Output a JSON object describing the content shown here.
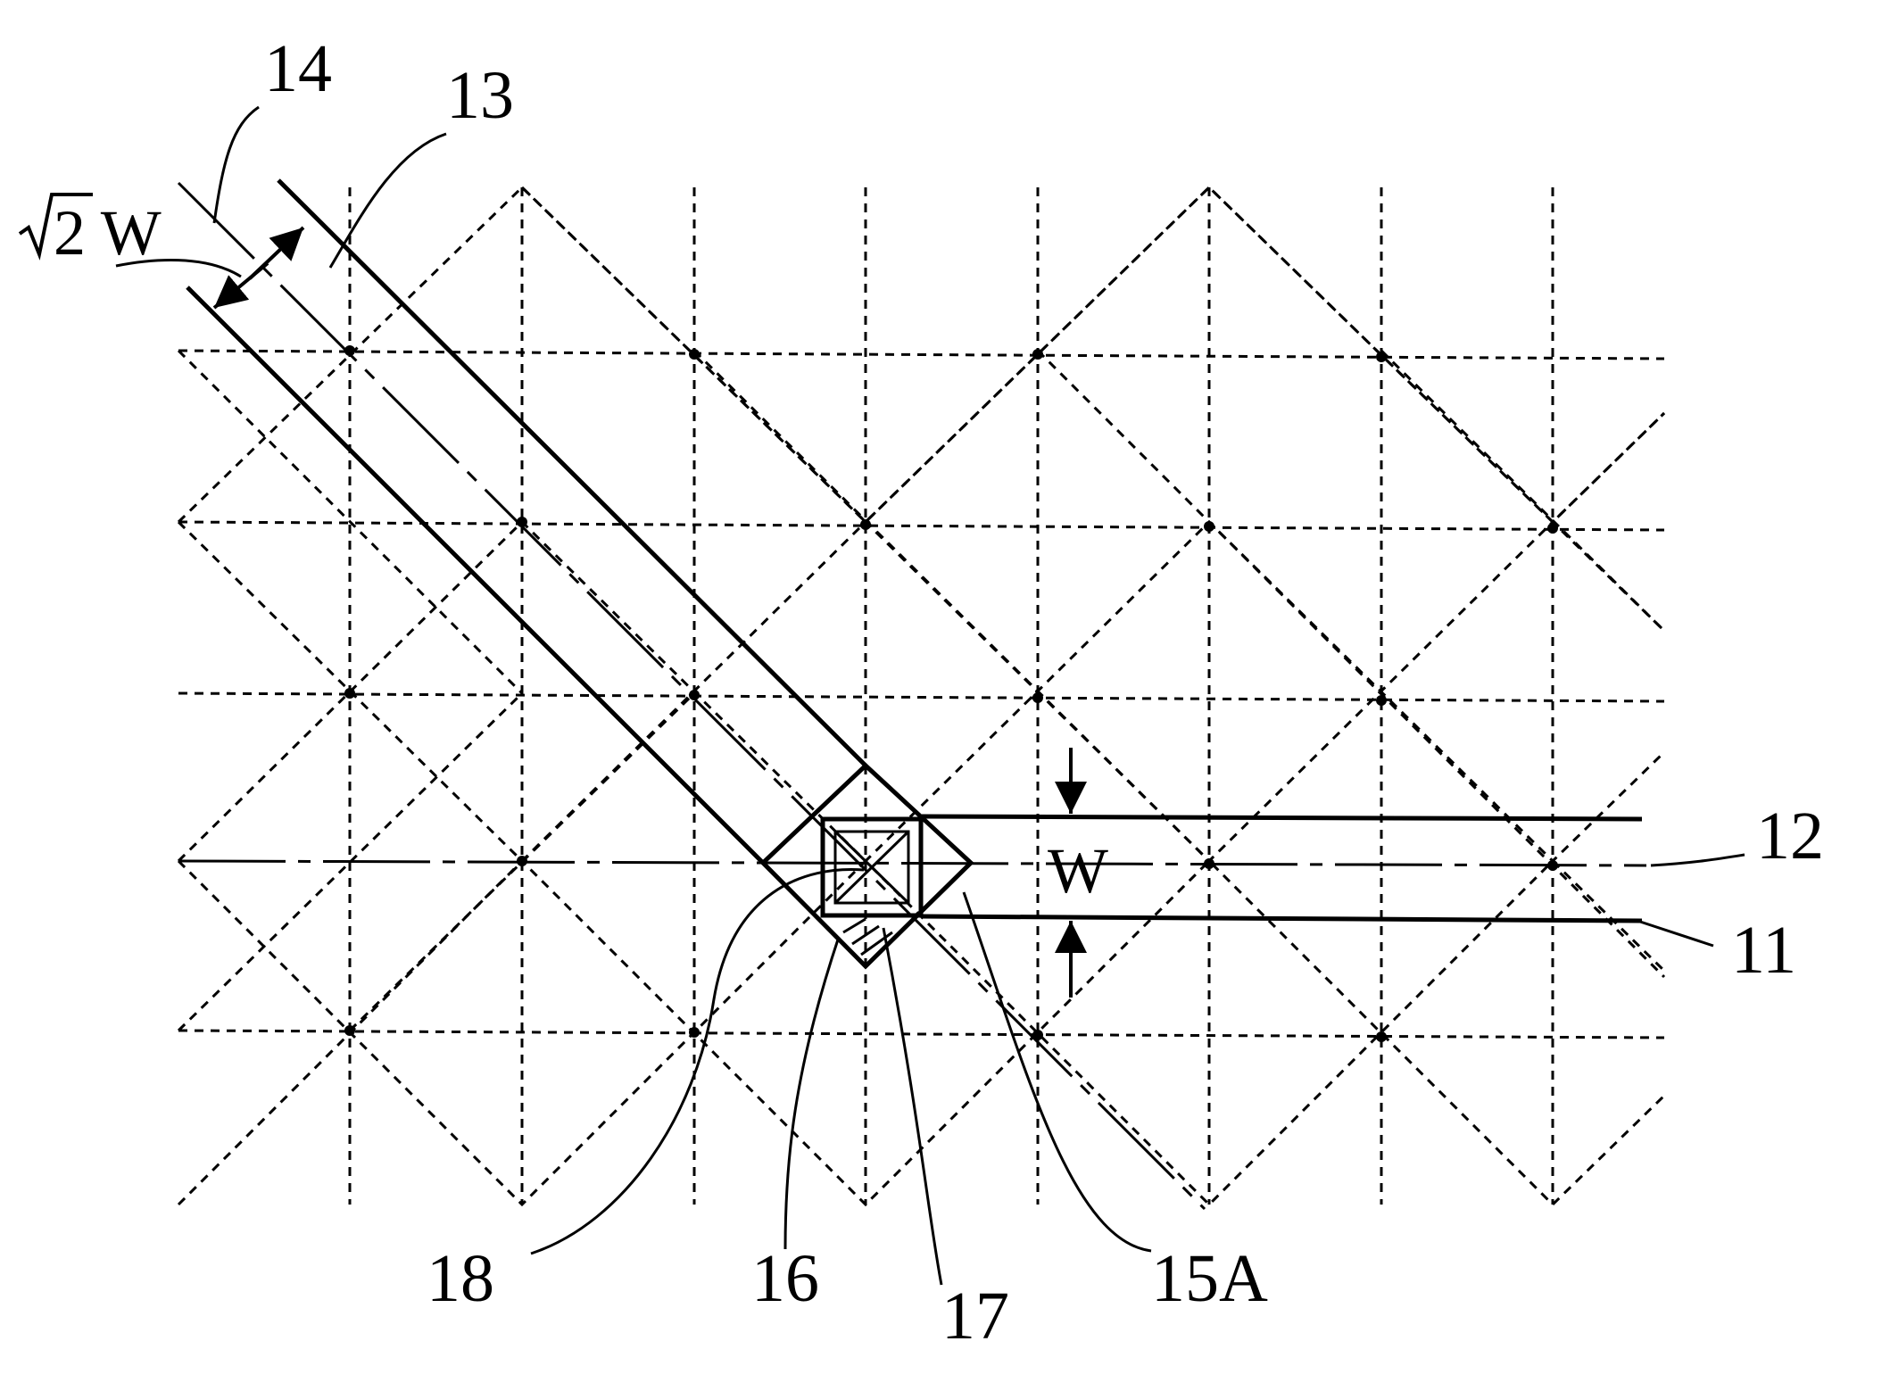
{
  "figure": {
    "reference_numerals": {
      "r11": "11",
      "r12": "12",
      "r13": "13",
      "r14": "14",
      "r15a": "15A",
      "r16": "16",
      "r17": "17",
      "r18": "18"
    },
    "dimensions": {
      "horizontal_wire_width": "W",
      "diagonal_wire_width": "2 W"
    },
    "colors": {
      "line": "#000000",
      "background": "#ffffff"
    }
  }
}
